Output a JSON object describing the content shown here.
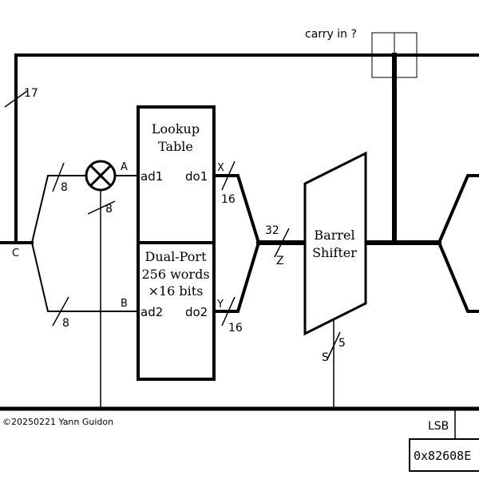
{
  "labels": {
    "carry_in": "carry in ?",
    "bus_width_top": "17",
    "in_split_upper": "8",
    "in_split_lower": "8",
    "mult_feed": "8",
    "node_c": "C",
    "node_a": "A",
    "node_b": "B",
    "lut_title_1": "Lookup",
    "lut_title_2": "Table",
    "ram_title_1": "Dual-Port",
    "ram_title_2": "256 words",
    "ram_title_3": "×16 bits",
    "port_ad1": "ad1",
    "port_ad2": "ad2",
    "port_do1": "do1",
    "port_do2": "do2",
    "sig_x": "X",
    "sig_y": "Y",
    "width_16_top": "16",
    "width_16_bottom": "16",
    "width_32": "32",
    "sig_z": "Z",
    "shifter_1": "Barrel",
    "shifter_2": "Shifter",
    "shift_width": "5",
    "sig_s": "S",
    "copyright": "©20250221 Yann Guidon",
    "lsb": "LSB",
    "value_box": "0x82608E"
  },
  "colors": {
    "line": "#000000",
    "background": "#ffffff"
  }
}
